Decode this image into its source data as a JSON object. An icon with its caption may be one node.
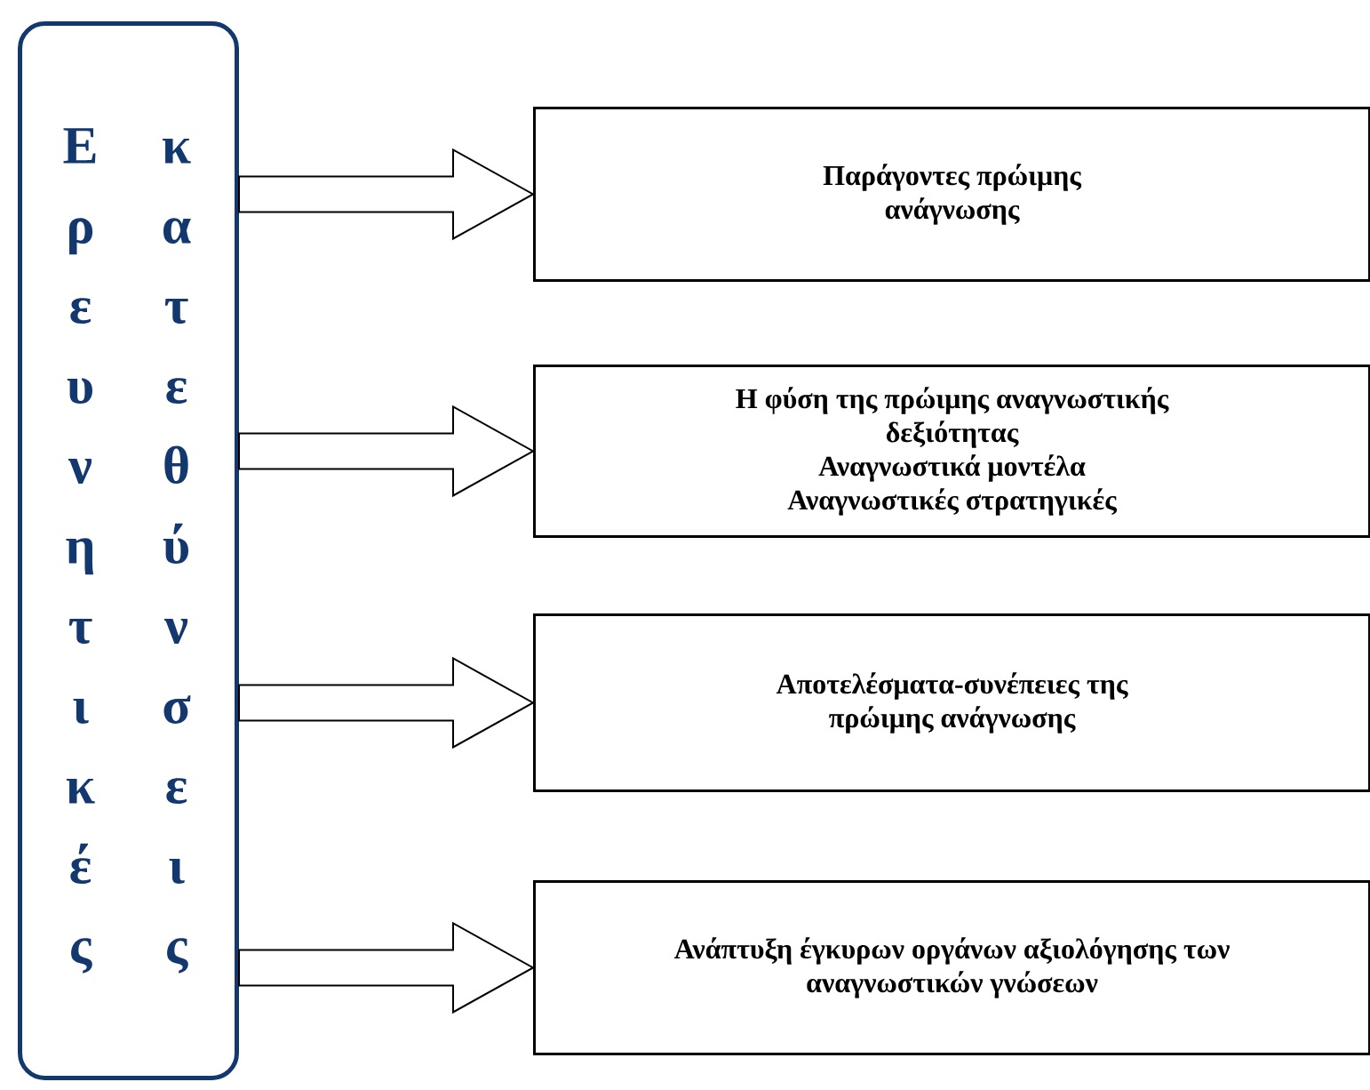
{
  "diagram": {
    "nodes": [
      {
        "text": [
          "Ερευνητικές",
          "κατεθύνσεις"
        ]
      },
      {
        "text": [
          "Παράγοντες πρώιμης ανάγνωσης"
        ]
      },
      {
        "text": [
          "Η φύση της πρώιμης αναγνωστικής δεξιότητας",
          "Αναγνωστικά μοντέλα",
          "Αναγνωστικές στρατηγικές"
        ]
      },
      {
        "text": [
          "Αποτελέσματα-συνέπειες της πρώιμης ανάγνωσης"
        ]
      },
      {
        "text": [
          "Ανάπτυξη έγκυρων οργάνων αξιολόγησης των αναγνωστικών γνώσεων"
        ]
      }
    ],
    "edges": [
      {
        "from": 0,
        "to": 1,
        "arrow": "to"
      },
      {
        "from": 0,
        "to": 2,
        "arrow": "to"
      },
      {
        "from": 0,
        "to": 3,
        "arrow": "to"
      },
      {
        "from": 0,
        "to": 4,
        "arrow": "to"
      }
    ]
  }
}
